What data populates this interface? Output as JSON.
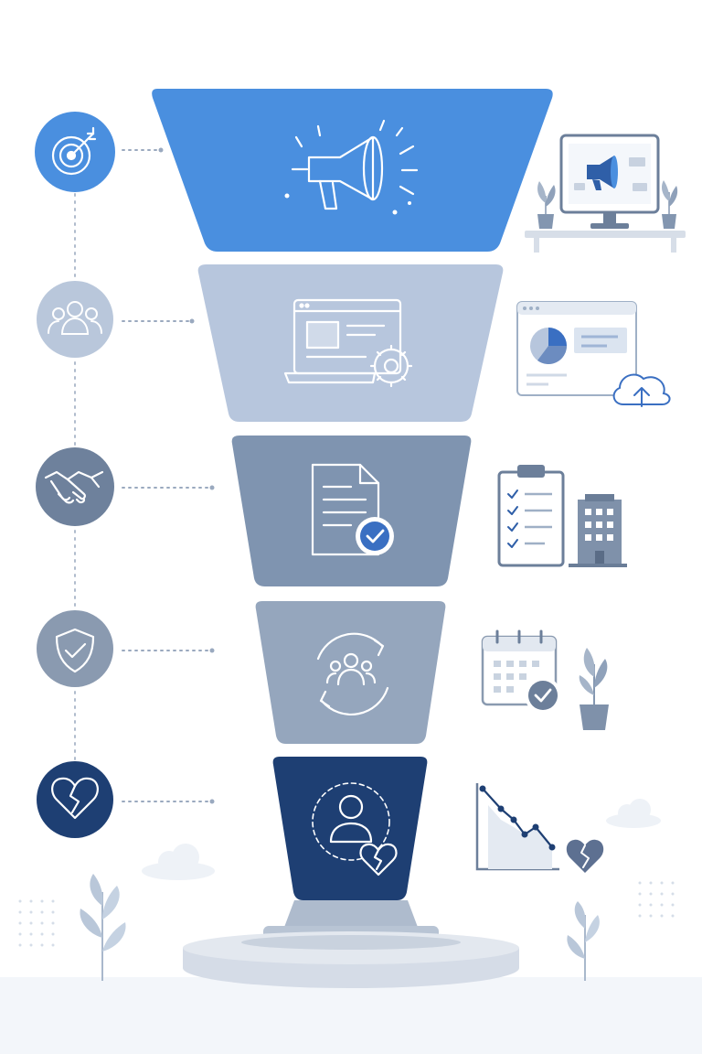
{
  "palette": {
    "stage1": "#4a8fdf",
    "stage2": "#b7c6dd",
    "stage3": "#7f94b0",
    "stage4": "#95a6bd",
    "stage5": "#1e3f73",
    "icon_line": "#ffffff",
    "accent_blue": "#3a7fd8",
    "gray_blue": "#6c7f9a",
    "pedestal": "#c6d0de",
    "ground": "#f2f5f9"
  },
  "stages": [
    {
      "key": "awareness",
      "side_icon": "target-arrow-icon",
      "funnel_icon": "megaphone-icon",
      "illustration": "monitor-with-megaphone"
    },
    {
      "key": "interest",
      "side_icon": "people-group-icon",
      "funnel_icon": "laptop-gear-icon",
      "illustration": "dashboard-with-cloud-upload"
    },
    {
      "key": "decision",
      "side_icon": "handshake-icon",
      "funnel_icon": "document-check-icon",
      "illustration": "clipboard-checklist-and-building"
    },
    {
      "key": "retention",
      "side_icon": "shield-check-icon",
      "funnel_icon": "people-cycle-icon",
      "illustration": "calendar-check-and-plant"
    },
    {
      "key": "churn",
      "side_icon": "broken-heart-icon",
      "funnel_icon": "user-broken-heart-icon",
      "illustration": "declining-chart-and-broken-heart"
    }
  ]
}
